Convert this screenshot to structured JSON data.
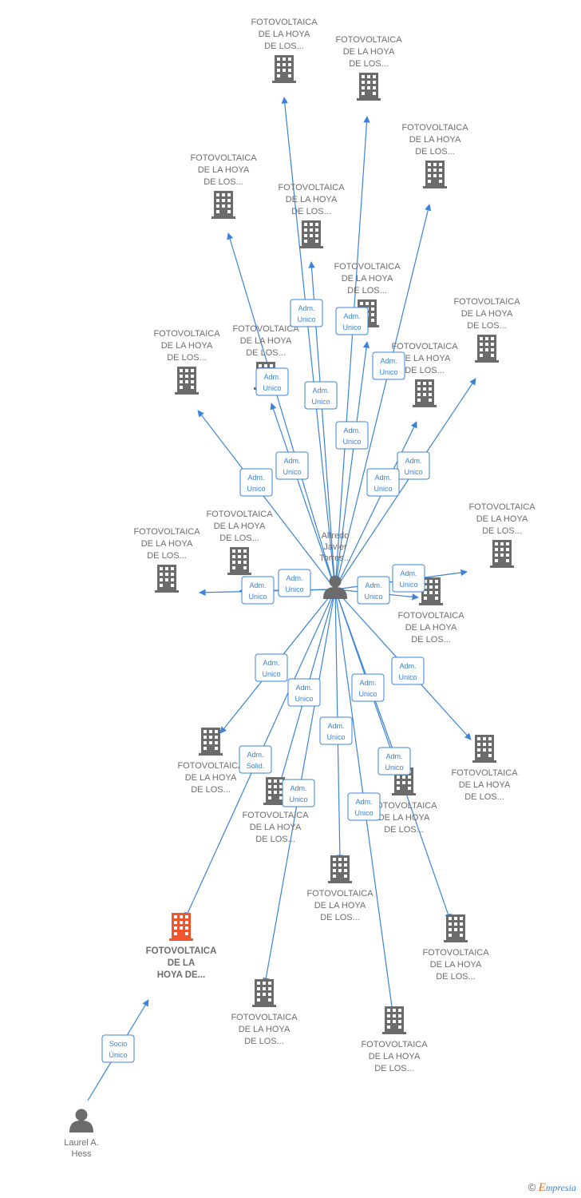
{
  "colors": {
    "edge": "#3b83d6",
    "company": "#6b6b6b",
    "company_highlight": "#f0552b",
    "person": "#6b6b6b",
    "text": "#6d6d6d"
  },
  "persons": [
    {
      "id": "alfredo",
      "icon": "person-icon",
      "label": [
        "Alfredo",
        "Javier",
        "Torres..."
      ]
    },
    {
      "id": "laurel",
      "icon": "person-icon",
      "label": [
        "Laurel A.",
        "Hess"
      ]
    }
  ],
  "companies": [
    {
      "id": "c1",
      "icon": "building-icon",
      "label": [
        "FOTOVOLTAICA",
        "DE LA HOYA",
        "DE LOS..."
      ]
    },
    {
      "id": "c2",
      "icon": "building-icon",
      "label": [
        "FOTOVOLTAICA",
        "DE LA HOYA",
        "DE LOS..."
      ]
    },
    {
      "id": "c3",
      "icon": "building-icon",
      "label": [
        "FOTOVOLTAICA",
        "DE LA HOYA",
        "DE LOS..."
      ]
    },
    {
      "id": "c4",
      "icon": "building-icon",
      "label": [
        "FOTOVOLTAICA",
        "DE LA HOYA",
        "DE LOS..."
      ]
    },
    {
      "id": "c5",
      "icon": "building-icon",
      "label": [
        "FOTOVOLTAICA",
        "DE LA HOYA",
        "DE LOS..."
      ]
    },
    {
      "id": "c6",
      "icon": "building-icon",
      "label": [
        "FOTOVOLTAICA",
        "DE LA HOYA",
        "DE LOS..."
      ]
    },
    {
      "id": "c7",
      "icon": "building-icon",
      "label": [
        "FOTOVOLTAICA",
        "DE LA HOYA",
        "DE LOS..."
      ]
    },
    {
      "id": "c8",
      "icon": "building-icon",
      "label": [
        "FOTOVOLTAICA",
        "DE LA HOYA",
        "DE LOS..."
      ]
    },
    {
      "id": "c9",
      "icon": "building-icon",
      "label": [
        "FOTOVOLTAICA",
        "DE LA HOYA",
        "DE LOS..."
      ]
    },
    {
      "id": "c10",
      "icon": "building-icon",
      "label": [
        "FOTOVOLTAICA",
        "DE LA HOYA",
        "DE LOS..."
      ]
    },
    {
      "id": "c11",
      "icon": "building-icon",
      "label": [
        "FOTOVOLTAICA",
        "DE LA HOYA",
        "DE LOS..."
      ]
    },
    {
      "id": "c12",
      "icon": "building-icon",
      "label": [
        "FOTOVOLTAICA",
        "DE LA HOYA",
        "DE LOS..."
      ]
    },
    {
      "id": "c13",
      "icon": "building-icon",
      "label": [
        "FOTOVOLTAICA",
        "DE LA HOYA",
        "DE LOS..."
      ]
    },
    {
      "id": "c14",
      "icon": "building-icon",
      "label": [
        "FOTOVOLTAICA",
        "DE LA HOYA",
        "DE LOS..."
      ]
    },
    {
      "id": "c15",
      "icon": "building-icon",
      "label": [
        "FOTOVOLTAICA",
        "DE LA HOYA",
        "DE LOS..."
      ]
    },
    {
      "id": "c16",
      "icon": "building-icon",
      "label": [
        "FOTOVOLTAICA",
        "DE LA HOYA",
        "DE LOS..."
      ]
    },
    {
      "id": "c17",
      "icon": "building-icon",
      "label": [
        "FOTOVOLTAICA",
        "DE LA HOYA",
        "DE LOS..."
      ]
    },
    {
      "id": "c18",
      "icon": "building-icon",
      "label": [
        "FOTOVOLTAICA",
        "DE LA HOYA",
        "DE LOS..."
      ]
    },
    {
      "id": "c19",
      "icon": "building-icon",
      "label": [
        "FOTOVOLTAICA",
        "DE LA HOYA",
        "DE LOS..."
      ]
    },
    {
      "id": "c20",
      "icon": "building-icon",
      "label": [
        "FOTOVOLTAICA",
        "DE LA HOYA",
        "DE LOS..."
      ]
    },
    {
      "id": "c21",
      "icon": "building-icon",
      "label": [
        "FOTOVOLTAICA",
        "DE LA HOYA",
        "DE LOS..."
      ]
    },
    {
      "id": "c22",
      "icon": "building-icon",
      "label": [
        "FOTOVOLTAICA",
        "DE LA HOYA",
        "DE LOS..."
      ]
    },
    {
      "id": "main",
      "icon": "building-icon",
      "highlight": true,
      "label": [
        "FOTOVOLTAICA",
        "DE LA",
        "HOYA DE..."
      ]
    }
  ],
  "relations": [
    {
      "from": "alfredo",
      "to": "c1",
      "label": [
        "Adm.",
        "Unico"
      ]
    },
    {
      "from": "alfredo",
      "to": "c2",
      "label": [
        "Adm.",
        "Unico"
      ]
    },
    {
      "from": "alfredo",
      "to": "c3",
      "label": [
        "Adm.",
        "Unico"
      ]
    },
    {
      "from": "alfredo",
      "to": "c4",
      "label": [
        "Adm.",
        "Unico"
      ]
    },
    {
      "from": "alfredo",
      "to": "c5",
      "label": [
        "Adm.",
        "Unico"
      ]
    },
    {
      "from": "alfredo",
      "to": "c6",
      "label": [
        "Adm.",
        "Unico"
      ]
    },
    {
      "from": "alfredo",
      "to": "c7",
      "label": [
        "Adm.",
        "Unico"
      ]
    },
    {
      "from": "alfredo",
      "to": "c8",
      "label": [
        "Adm.",
        "Unico"
      ]
    },
    {
      "from": "alfredo",
      "to": "c9",
      "label": [
        "Adm.",
        "Unico"
      ]
    },
    {
      "from": "alfredo",
      "to": "c10",
      "label": [
        "Adm.",
        "Unico"
      ]
    },
    {
      "from": "alfredo",
      "to": "c11",
      "label": [
        "Adm.",
        "Unico"
      ]
    },
    {
      "from": "alfredo",
      "to": "c12",
      "label": [
        "Adm.",
        "Unico"
      ]
    },
    {
      "from": "alfredo",
      "to": "c13",
      "label": [
        "Adm.",
        "Unico"
      ]
    },
    {
      "from": "alfredo",
      "to": "c14",
      "label": [
        "Adm.",
        "Unico"
      ]
    },
    {
      "from": "alfredo",
      "to": "c15",
      "label": [
        "Adm.",
        "Unico"
      ]
    },
    {
      "from": "alfredo",
      "to": "c16",
      "label": [
        "Adm.",
        "Unico"
      ]
    },
    {
      "from": "alfredo",
      "to": "c17",
      "label": [
        "Adm.",
        "Unico"
      ]
    },
    {
      "from": "alfredo",
      "to": "c18",
      "label": [
        "Adm.",
        "Unico"
      ]
    },
    {
      "from": "alfredo",
      "to": "c19",
      "label": [
        "Adm.",
        "Unico"
      ]
    },
    {
      "from": "alfredo",
      "to": "c20",
      "label": [
        "Adm.",
        "Unico"
      ]
    },
    {
      "from": "alfredo",
      "to": "c21",
      "label": [
        "Adm.",
        "Unico"
      ]
    },
    {
      "from": "alfredo",
      "to": "c22",
      "label": [
        "Adm.",
        "Unico"
      ]
    },
    {
      "from": "alfredo",
      "to": "main",
      "label": [
        "Adm.",
        "Solid."
      ]
    },
    {
      "from": "laurel",
      "to": "main",
      "label": [
        "Socio",
        "Único"
      ]
    }
  ],
  "footer": {
    "copyright": "©",
    "brand_initial": "E",
    "brand_rest": "mpresia"
  }
}
